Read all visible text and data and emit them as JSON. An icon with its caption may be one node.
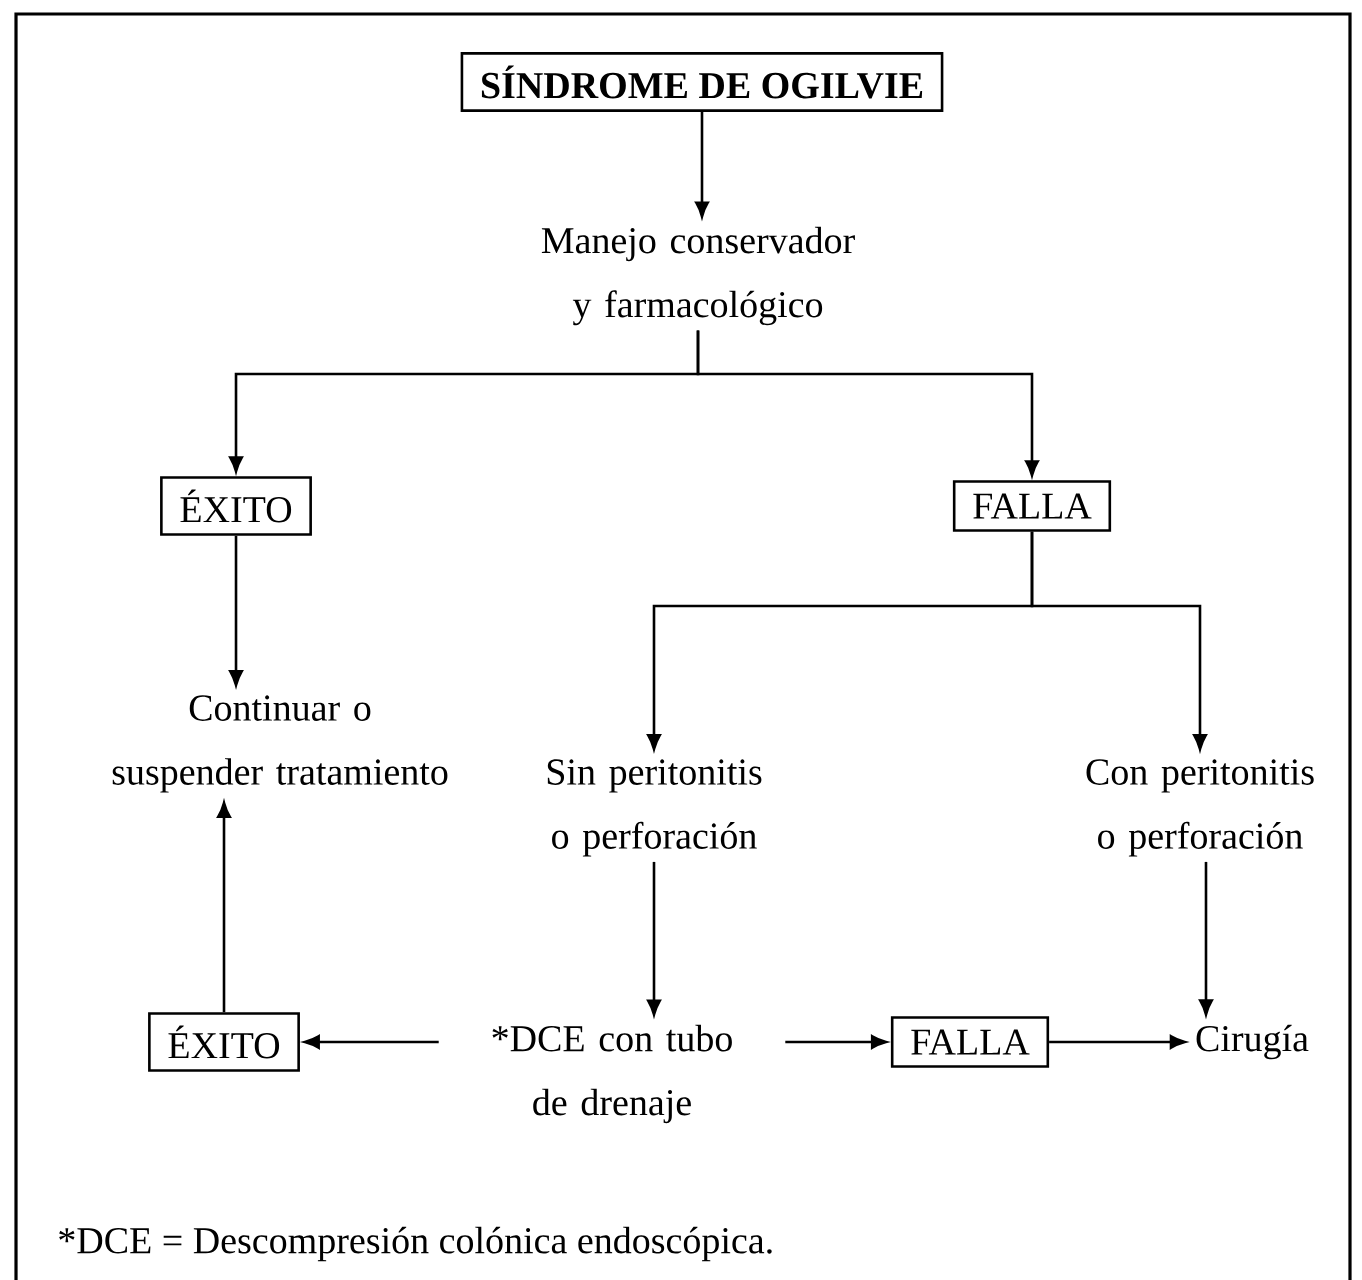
{
  "diagram": {
    "nodes": [
      {
        "text": [
          "SÍNDROME DE OGILVIE"
        ]
      },
      {
        "text": [
          "Manejo conservador y farmacológico"
        ]
      },
      {
        "text": [
          "ÉXITO"
        ]
      },
      {
        "text": [
          "FALLA"
        ]
      },
      {
        "text": [
          "Continuar o suspender tratamiento"
        ]
      },
      {
        "text": [
          "Sin peritonitis o perforación"
        ]
      },
      {
        "text": [
          "Con peritonitis o perforación"
        ]
      },
      {
        "text": [
          "ÉXITO"
        ]
      },
      {
        "text": [
          "*DCE con tubo de drenaje"
        ]
      },
      {
        "text": [
          "FALLA"
        ]
      },
      {
        "text": [
          "Cirugía"
        ]
      }
    ],
    "edges": [
      {
        "from": 0,
        "to": 1,
        "arrow": "to"
      },
      {
        "from": 1,
        "to": 2,
        "arrow": "to"
      },
      {
        "from": 1,
        "to": 3,
        "arrow": "to"
      },
      {
        "from": 2,
        "to": 4,
        "arrow": "to"
      },
      {
        "from": 3,
        "to": 5,
        "arrow": "to"
      },
      {
        "from": 3,
        "to": 6,
        "arrow": "to"
      },
      {
        "from": 5,
        "to": 8,
        "arrow": "to"
      },
      {
        "from": 6,
        "to": 10,
        "arrow": "to"
      },
      {
        "from": 8,
        "to": 7,
        "arrow": "to"
      },
      {
        "from": 8,
        "to": 9,
        "arrow": "to"
      },
      {
        "from": 9,
        "to": 10,
        "arrow": "to"
      },
      {
        "from": 7,
        "to": 4,
        "arrow": "to"
      }
    ],
    "labels": [
      "*DCE = Descompresión colónica endoscópica."
    ]
  }
}
